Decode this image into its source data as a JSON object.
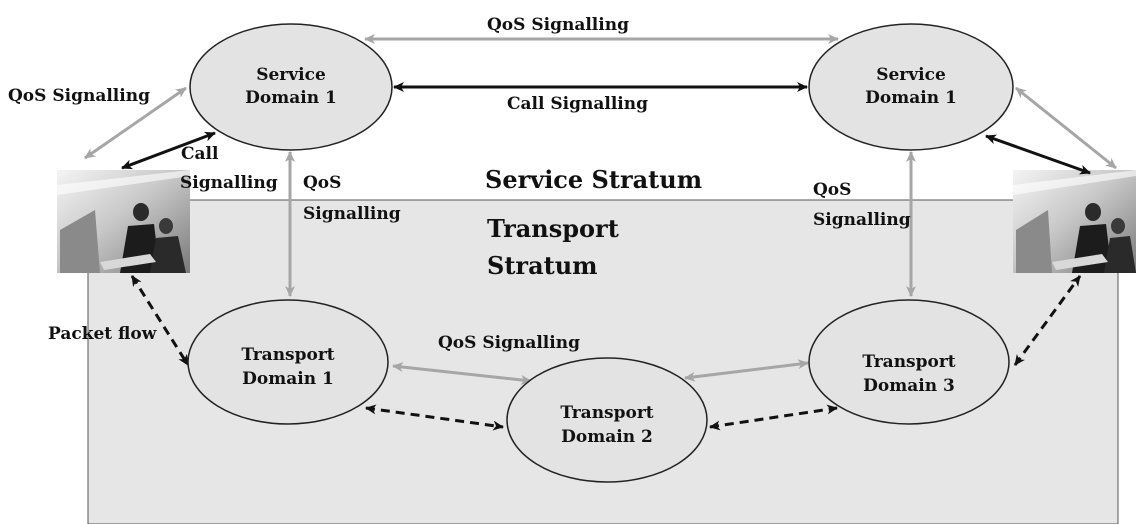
{
  "labels": {
    "qos_top": "QoS  Signalling",
    "call_mid": "Call  Signalling",
    "qos_left": "QoS  Signalling",
    "call_left_1": "Call",
    "call_left_2": "Signalling",
    "qos_center_left_1": "QoS",
    "qos_center_left_2": "Signalling",
    "qos_center_right_1": "QoS",
    "qos_center_right_2": "Signalling",
    "service_stratum": "Service Stratum",
    "transport_stratum_1": "Transport",
    "transport_stratum_2": "Stratum",
    "packet_flow": "Packet flow",
    "qos_transport": "QoS  Signalling"
  },
  "nodes": {
    "sd_left": [
      "Service",
      "Domain 1"
    ],
    "sd_right": [
      "Service",
      "Domain 1"
    ],
    "td1": [
      "Transport",
      "Domain 1"
    ],
    "td2": [
      "Transport",
      "Domain 2"
    ],
    "td3": [
      "Transport",
      "Domain 3"
    ]
  },
  "colors": {
    "node_fill": "#e3e3e3",
    "transport_region": "#e6e6e6",
    "qos_arrow": "#a6a6a6",
    "call_arrow": "#111111",
    "packet_arrow": "#111111"
  },
  "images": {
    "left_photo": "business-people-photo",
    "right_photo": "business-people-photo"
  }
}
